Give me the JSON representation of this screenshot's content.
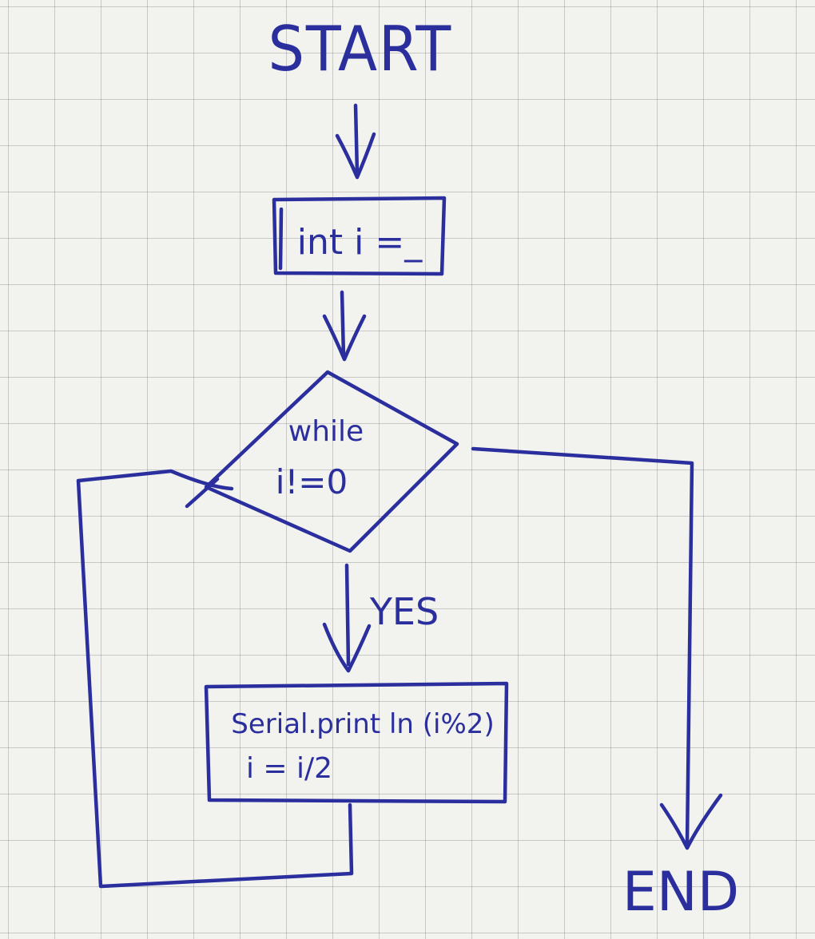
{
  "ink_color": "#2b2f9e",
  "paper_color": "#f2f2ef",
  "grid_color": "#8a8a8a",
  "nodes": {
    "start": "START",
    "init": "int i =_",
    "decision_keyword": "while",
    "decision_condition": "i!=0",
    "process_line1": "Serial.print ln (i%2)",
    "process_line2": "i = i/2",
    "end": "END"
  },
  "edges": {
    "yes_label": "YES"
  }
}
